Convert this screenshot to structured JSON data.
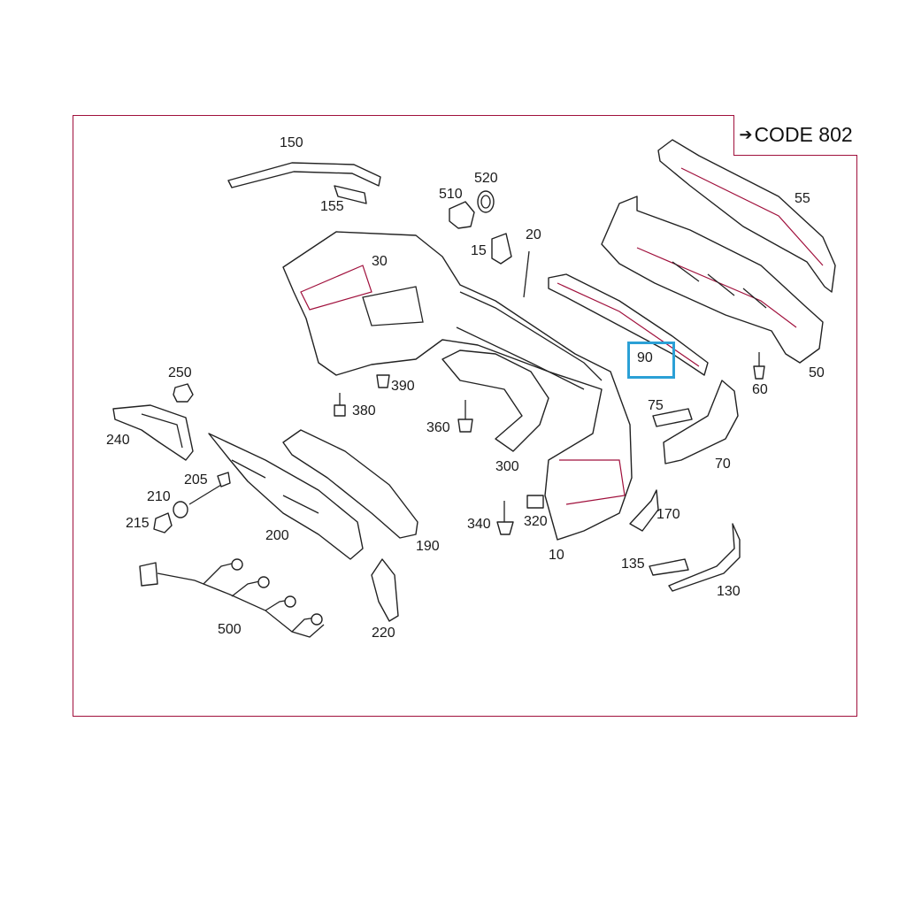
{
  "code_tag": "CODE 802",
  "highlighted_part": "90",
  "colors": {
    "frame": "#a0103c",
    "highlight": "#2ba0d6"
  },
  "labels": {
    "p150": "150",
    "p155": "155",
    "p510": "510",
    "p520": "520",
    "p15": "15",
    "p20": "20",
    "p30": "30",
    "p55": "55",
    "p50": "50",
    "p60": "60",
    "p90": "90",
    "p75": "75",
    "p70": "70",
    "p250": "250",
    "p240": "240",
    "p390": "390",
    "p380": "380",
    "p360": "360",
    "p300": "300",
    "p205": "205",
    "p210": "210",
    "p215": "215",
    "p200": "200",
    "p190": "190",
    "p340": "340",
    "p320": "320",
    "p10": "10",
    "p170": "170",
    "p135": "135",
    "p130": "130",
    "p500": "500",
    "p220": "220"
  }
}
